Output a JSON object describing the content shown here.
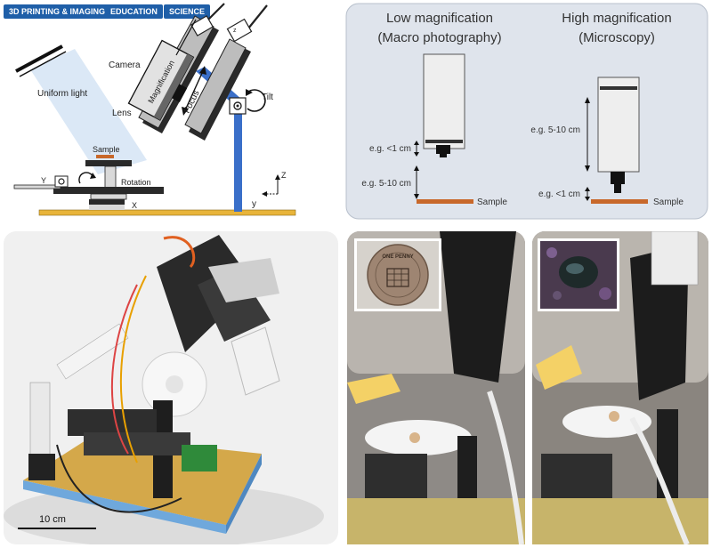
{
  "tags": [
    "3D PRINTING & IMAGING",
    "EDUCATION",
    "SCIENCE"
  ],
  "setup": {
    "uniform_light": "Uniform light",
    "camera": "Camera",
    "magnification": "Magnification",
    "focus": "Focus",
    "lens": "Lens",
    "tilt": "Tilt",
    "sample": "Sample",
    "rotation": "Rotation",
    "axis_x": "X",
    "axis_y": "Y",
    "axis_z": "Z",
    "axis_y_lower": "y",
    "axis_z_lower": "z"
  },
  "modes": {
    "low_title": "Low magnification",
    "low_subtitle": "(Macro photography)",
    "high_title": "High magnification",
    "high_subtitle": "(Microscopy)",
    "low_lens_gap": "e.g. <1 cm",
    "low_sample_gap": "e.g. 5-10 cm",
    "high_lens_gap": "e.g. 5-10 cm",
    "high_sample_gap": "e.g. <1 cm",
    "sample_label_left": "Sample",
    "sample_label_right": "Sample"
  },
  "photo": {
    "scale_bar": "10 cm"
  },
  "coin": {
    "legend": "ONE PENNY"
  },
  "colors": {
    "tag_blue": "#1f5fa8",
    "rail_blue": "#3a6fc9",
    "panel_bg": "#dfe4ec",
    "sample_orange": "#c8682a"
  }
}
